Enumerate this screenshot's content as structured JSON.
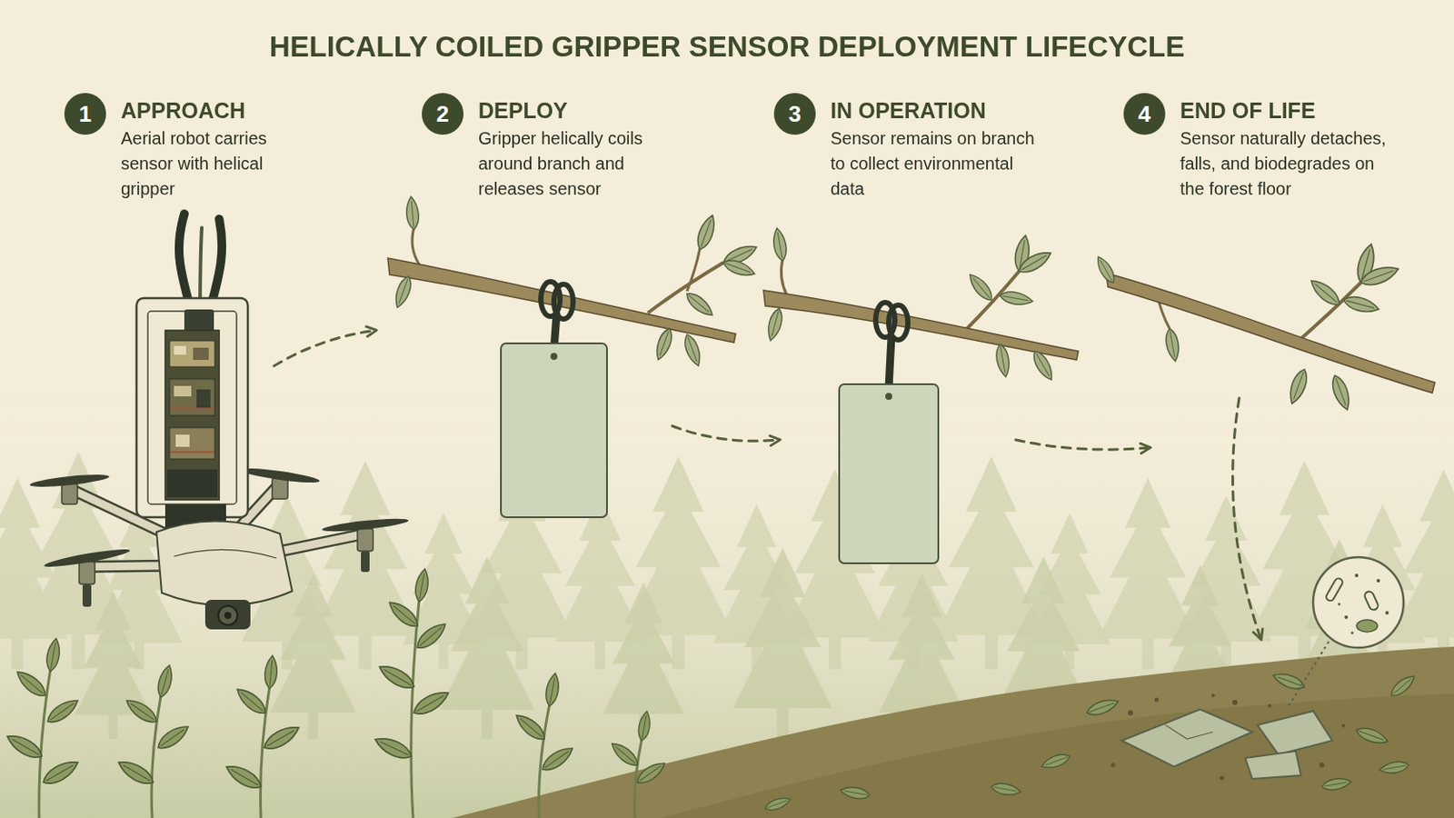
{
  "diagram": {
    "title": "HELICALLY COILED GRIPPER SENSOR DEPLOYMENT LIFECYCLE",
    "nodes": [
      {
        "text": [
          "1",
          "APPROACH",
          "Aerial robot carries sensor with helical gripper"
        ]
      },
      {
        "text": [
          "2",
          "DEPLOY",
          "Gripper helically coils around branch and releases sensor"
        ]
      },
      {
        "text": [
          "3",
          "IN OPERATION",
          "Sensor remains on branch to collect environmental data"
        ]
      },
      {
        "text": [
          "4",
          "END OF LIFE",
          "Sensor naturally detaches, falls, and biodegrades on the forest floor"
        ]
      }
    ]
  }
}
